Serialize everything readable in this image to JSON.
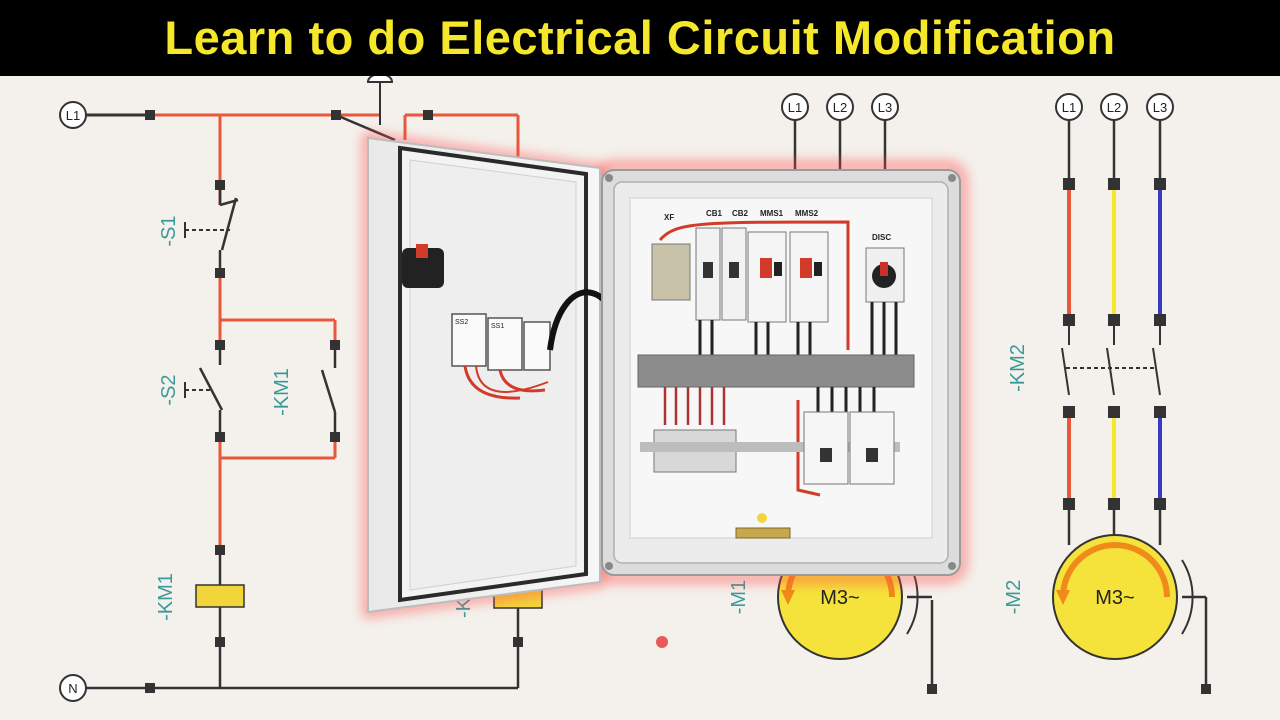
{
  "title": "Learn to do Electrical Circuit Modification",
  "colors": {
    "banner_bg": "#000000",
    "banner_text": "#f5e82a",
    "wire_red": "#e8583a",
    "wire_yellow": "#f5e82a",
    "wire_blue": "#3a3ac8",
    "coil_yellow": "#f2d53a",
    "motor_yellow": "#f5e23a",
    "motor_arrow": "#f08a1a",
    "label_teal": "#3a9a9a"
  },
  "control_circuit": {
    "supply_terminal": "L1",
    "neutral_terminal": "N",
    "stop_switch": "-S1",
    "start_switch": "-S2",
    "holding_contact": "-KM1",
    "coil_1": "-KM1",
    "coil_2_partial": "-K"
  },
  "power_circuit_1": {
    "terminals": [
      "L1",
      "L2",
      "L3"
    ],
    "motor_label": "-M1",
    "motor_text": "M3~"
  },
  "power_circuit_2": {
    "terminals": [
      "L1",
      "L2",
      "L3"
    ],
    "contactor_label": "-KM2",
    "motor_label": "-M2",
    "motor_text": "M3~"
  },
  "panel": {
    "labels": [
      "XF",
      "CB1",
      "CB2",
      "MMS1",
      "MMS2",
      "DISC"
    ],
    "door_button_labels": [
      "SS2",
      "SS1"
    ]
  }
}
